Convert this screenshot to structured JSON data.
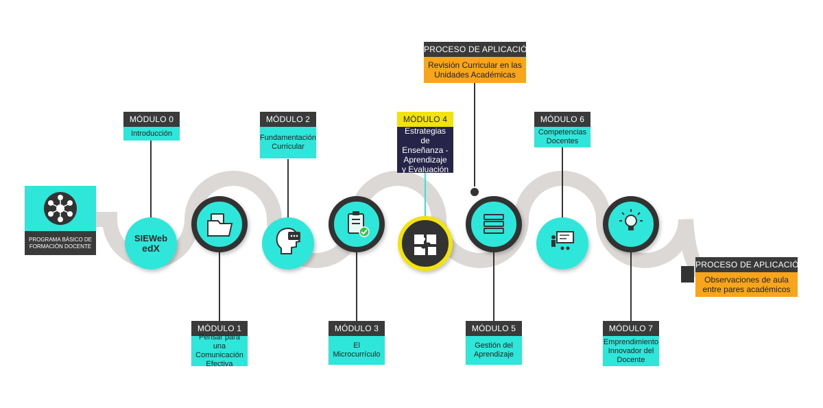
{
  "start": {
    "label": "PROGRAMA BÁSICO DE FORMACIÓN DOCENTE",
    "icon": "network-icon"
  },
  "modules": [
    {
      "id": "m0",
      "title": "MÓDULO 0",
      "text": "Introducción",
      "icon": "sieweb-edx-logo",
      "logo_text_1": "SIEWeb",
      "logo_text_2": "edX"
    },
    {
      "id": "m1",
      "title": "MÓDULO 1",
      "text": "Pensar para una Comunicación Efectiva",
      "icon": "folder-document-icon"
    },
    {
      "id": "m2",
      "title": "MÓDULO 2",
      "text": "Fundamentación Curricular",
      "icon": "head-speech-bubble-icon"
    },
    {
      "id": "m3",
      "title": "MÓDULO 3",
      "text": "El Microcurrículo",
      "icon": "clipboard-check-icon"
    },
    {
      "id": "m4",
      "title": "MÓDULO 4",
      "text": "Estrategias de Enseñanza - Aprendizaje y Evaluación",
      "icon": "puzzle-icon"
    },
    {
      "id": "m5",
      "title": "MÓDULO 5",
      "text": "Gestión del Aprendizaje",
      "icon": "stacked-layers-icon"
    },
    {
      "id": "m6",
      "title": "MÓDULO 6",
      "text": "Competencias Docentes",
      "icon": "presentation-icon"
    },
    {
      "id": "m7",
      "title": "MÓDULO 7",
      "text": "Emprendimiento Innovador del Docente",
      "icon": "lightbulb-icon"
    }
  ],
  "applications": [
    {
      "id": "p1",
      "title": "PROCESO DE APLICACIÓN",
      "text": "Revisión Curricular en las Unidades Académicas"
    },
    {
      "id": "p2",
      "title": "PROCESO DE APLICACIÓN",
      "text": "Observaciones de aula entre pares académicos"
    }
  ],
  "colors": {
    "teal": "#2ee6da",
    "orange": "#f7a51c",
    "yellow": "#f2e20f",
    "navy": "#262448",
    "dark": "#3a3a3a",
    "road": "#dcd8d5"
  }
}
